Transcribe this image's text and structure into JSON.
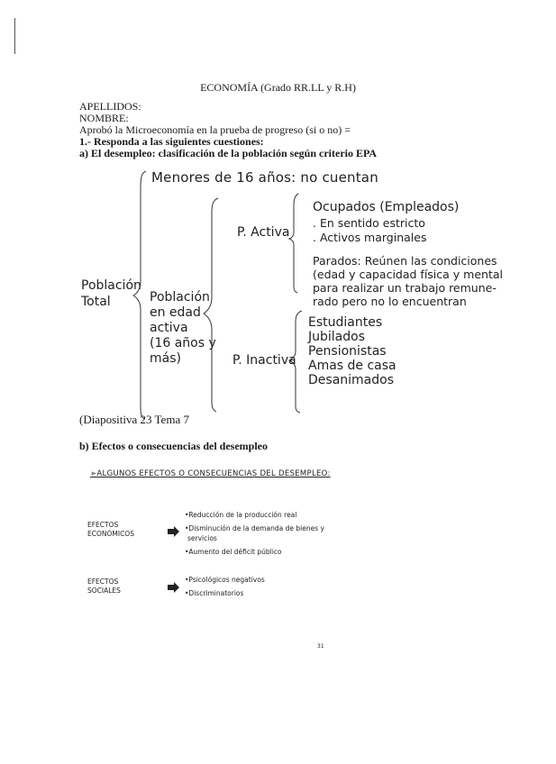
{
  "header": {
    "title": "ECONOMÍA (Grado RR.LL y R.H)"
  },
  "form": {
    "apellidos": "APELLIDOS:",
    "nombre": "NOMBRE:",
    "aprobo": "Aprobó la Microeconomía en la prueba de progreso (si o no) ="
  },
  "section1": {
    "title": "1.- Responda a las siguientes cuestiones:",
    "question_a": "a) El desempleo: clasificación de la población según criterio EPA"
  },
  "diagram": {
    "menores": "Menores de 16 años: no cuentan",
    "poblacion_total": [
      "Población",
      "Total"
    ],
    "poblacion_edad": [
      "Población",
      "en edad",
      "activa",
      "(16 años y",
      "más)"
    ],
    "p_activa": "P. Activa",
    "p_inactiva": "P. Inactiva",
    "ocupados_title": "Ocupados (Empleados)",
    "ocupados_items": [
      ". En sentido estricto",
      ". Activos marginales"
    ],
    "parados": [
      "Parados: Reúnen las condiciones",
      "(edad y capacidad física y mental",
      "para realizar un trabajo remune-",
      "rado pero no lo encuentran"
    ],
    "inactivos": [
      "Estudiantes",
      "Jubilados",
      "Pensionistas",
      "Amas de casa",
      "Desanimados"
    ]
  },
  "diapositiva": "(Diapositiva 23 Tema 7",
  "question_b": "b) Efectos o consecuencias del desempleo",
  "slide": {
    "heading": "➢ALGUNOS EFECTOS O CONSECUENCIAS DEL DESEMPLEO:",
    "economicos_label": [
      "EFECTOS",
      "ECONÓMICOS"
    ],
    "economicos_items": [
      "•Reducción de la producción real",
      "•Disminución de la demanda de bienes y",
      "servicios",
      "•Aumento del déficit público"
    ],
    "sociales_label": [
      "EFECTOS",
      "SOCIALES"
    ],
    "sociales_items": [
      "•Psicológicos negativos",
      "•Discriminatorios"
    ],
    "page_number": "31"
  }
}
